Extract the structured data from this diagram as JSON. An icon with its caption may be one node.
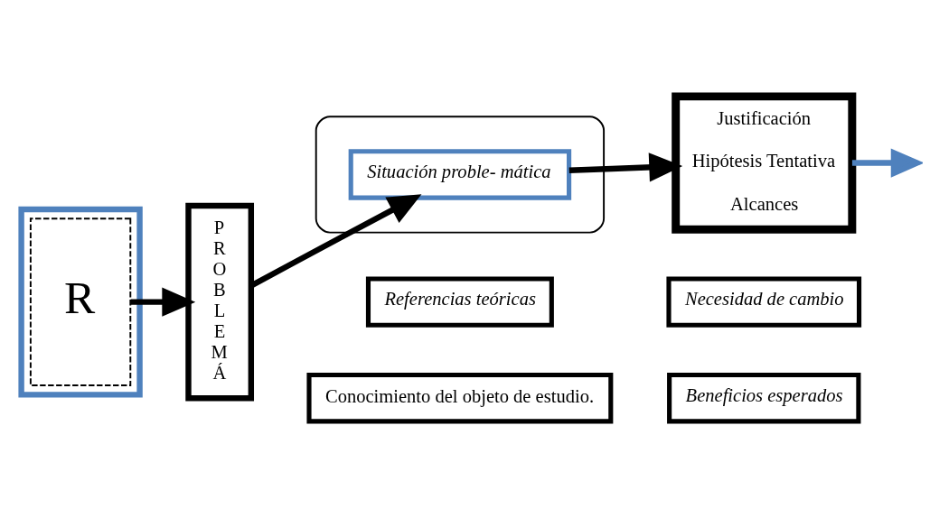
{
  "diagram": {
    "nodes": [
      {
        "text": [],
        "shape": "parallelogram"
      },
      {
        "text": [
          "R"
        ],
        "in": 0
      },
      {
        "text": [
          "P R O B L E M Á"
        ]
      },
      {
        "text": [],
        "shape": "ellipse"
      },
      {
        "text": [
          "Situación proble- mática"
        ],
        "in": 3
      },
      {
        "text": [
          "Referencias teóricas"
        ]
      },
      {
        "text": [
          "Necesidad de cambio"
        ]
      },
      {
        "text": [
          "Justificación",
          "Hipótesis Tentativa",
          "Alcances"
        ]
      },
      {
        "text": [
          "Conocimiento del objeto de estudio."
        ]
      },
      {
        "text": [
          "Beneficios esperados"
        ]
      }
    ],
    "edges": [
      {
        "from": 1,
        "to": 2,
        "arrow": "to"
      },
      {
        "from": 2,
        "to": 4,
        "arrow": "to"
      },
      {
        "from": 4,
        "to": 7,
        "arrow": "to"
      },
      {
        "from": 7,
        "to": null,
        "arrow": "to",
        "color": "#4f81bd"
      }
    ]
  }
}
